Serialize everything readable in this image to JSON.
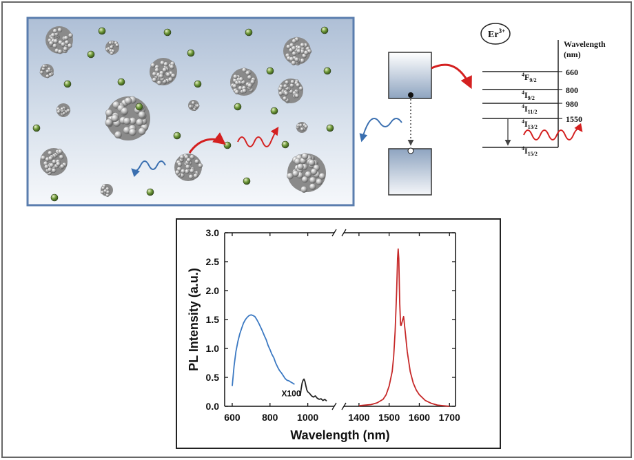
{
  "energy_diagram": {
    "ion_label": "Er",
    "ion_charge": "3+",
    "wavelength_header_1": "Wavelength",
    "wavelength_header_2": "(nm)",
    "levels": [
      {
        "main": "4",
        "letter": "F",
        "sub": "9/2",
        "wavelength": "660"
      },
      {
        "main": "4",
        "letter": "I",
        "sub": "9/2",
        "wavelength": "800"
      },
      {
        "main": "4",
        "letter": "I",
        "sub": "11/2",
        "wavelength": "980"
      },
      {
        "main": "4",
        "letter": "I",
        "sub": "13/2",
        "wavelength": "1550"
      },
      {
        "main": "4",
        "letter": "I",
        "sub": "15/2",
        "wavelength": ""
      }
    ]
  },
  "chart_data": {
    "type": "line",
    "xlabel": "Wavelength (nm)",
    "ylabel": "PL Intensity (a.u.)",
    "ylim": [
      0,
      3.0
    ],
    "y_ticks": [
      "0.0",
      "0.5",
      "1.0",
      "1.5",
      "2.0",
      "2.5",
      "3.0"
    ],
    "x_ticks_left": [
      "600",
      "800",
      "1000"
    ],
    "x_ticks_right": [
      "1400",
      "1500",
      "1600",
      "1700"
    ],
    "xlim_left": [
      560,
      1140
    ],
    "xlim_right": [
      1350,
      1720
    ],
    "axis_break": "//",
    "annotation": "X100",
    "colors": {
      "visible_band": "#3a78c2",
      "x100_band": "#222222",
      "ir_band": "#c62828"
    },
    "series": [
      {
        "x": [
          600,
          610,
          620,
          630,
          640,
          650,
          660,
          670,
          680,
          690,
          700,
          710,
          720,
          730,
          740,
          750,
          760,
          770,
          780,
          790,
          800,
          810,
          820,
          830,
          840,
          850,
          860,
          870,
          880,
          890,
          900,
          910,
          920,
          930
        ],
        "y": [
          0.35,
          0.7,
          0.95,
          1.12,
          1.25,
          1.35,
          1.44,
          1.5,
          1.54,
          1.57,
          1.58,
          1.57,
          1.55,
          1.5,
          1.44,
          1.37,
          1.3,
          1.22,
          1.15,
          1.05,
          0.98,
          0.9,
          0.84,
          0.75,
          0.68,
          0.62,
          0.58,
          0.53,
          0.48,
          0.45,
          0.44,
          0.42,
          0.4,
          0.38
        ]
      },
      {
        "x": [
          960,
          965,
          970,
          975,
          980,
          985,
          990,
          995,
          1000,
          1010,
          1020,
          1030,
          1040,
          1050,
          1060,
          1070,
          1080,
          1090,
          1100
        ],
        "y": [
          0.18,
          0.3,
          0.4,
          0.45,
          0.47,
          0.43,
          0.35,
          0.28,
          0.25,
          0.22,
          0.18,
          0.16,
          0.18,
          0.14,
          0.12,
          0.13,
          0.1,
          0.12,
          0.09
        ]
      },
      {
        "x": [
          1400,
          1420,
          1440,
          1460,
          1480,
          1490,
          1500,
          1510,
          1515,
          1520,
          1525,
          1528,
          1530,
          1532,
          1535,
          1538,
          1540,
          1545,
          1548,
          1550,
          1555,
          1560,
          1570,
          1580,
          1590,
          1600,
          1620,
          1640,
          1660,
          1680,
          1700
        ],
        "y": [
          0.01,
          0.02,
          0.03,
          0.06,
          0.12,
          0.2,
          0.35,
          0.6,
          0.85,
          1.3,
          2.0,
          2.55,
          2.72,
          2.55,
          1.8,
          1.4,
          1.4,
          1.5,
          1.55,
          1.45,
          1.2,
          0.95,
          0.6,
          0.4,
          0.28,
          0.2,
          0.1,
          0.05,
          0.02,
          0.01,
          0.0
        ]
      }
    ]
  }
}
